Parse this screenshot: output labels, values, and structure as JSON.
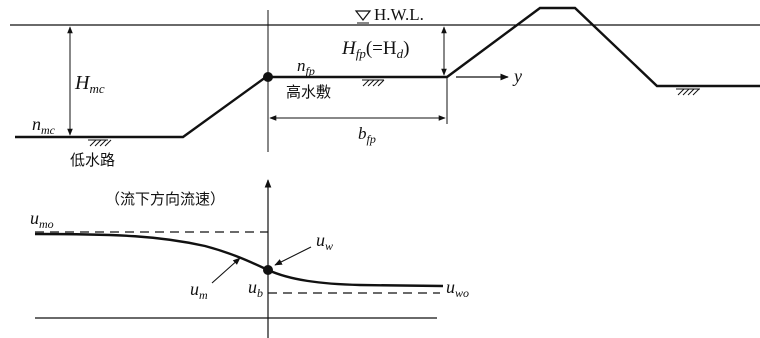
{
  "cross_section": {
    "hwl_label": "H.W.L.",
    "hmc": {
      "main": "H",
      "sub": "mc"
    },
    "hfp": {
      "main": "H",
      "sub": "fp",
      "tail": "(=H",
      "tail_sub": "d",
      "close": ")"
    },
    "nmc": {
      "main": "n",
      "sub": "mc"
    },
    "nfp": {
      "main": "n",
      "sub": "fp"
    },
    "bfp": {
      "main": "b",
      "sub": "fp"
    },
    "y_axis": "y",
    "floodplain_label": "高水敷",
    "low_channel_label": "低水路"
  },
  "velocity_profile": {
    "title": "（流下方向流速）",
    "umo": {
      "main": "u",
      "sub": "mo"
    },
    "um": {
      "main": "u",
      "sub": "m"
    },
    "ub": {
      "main": "u",
      "sub": "b"
    },
    "uw": {
      "main": "u",
      "sub": "w"
    },
    "uwo": {
      "main": "u",
      "sub": "wo"
    }
  }
}
